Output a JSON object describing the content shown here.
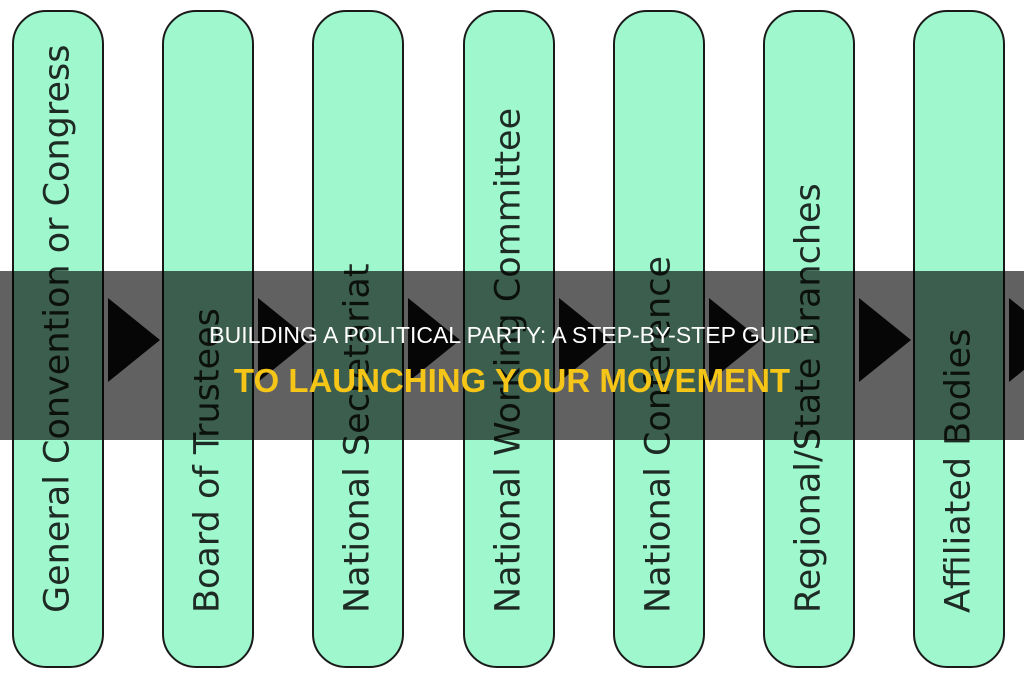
{
  "diagram": {
    "boxes": [
      {
        "label": "General Convention or Congress"
      },
      {
        "label": "Board of Trustees"
      },
      {
        "label": "National Secretariat"
      },
      {
        "label": "National Working Committee"
      },
      {
        "label": "National Conference"
      },
      {
        "label": "Regional/State Branches"
      },
      {
        "label": "Affiliated Bodies"
      }
    ],
    "box_color": "#9ef7cd",
    "arrow_color": "#111111"
  },
  "title": {
    "line1": "BUILDING A POLITICAL PARTY: A STEP-BY-STEP GUIDE",
    "line2": "TO LAUNCHING YOUR MOVEMENT",
    "line2_color": "#f5c518"
  }
}
